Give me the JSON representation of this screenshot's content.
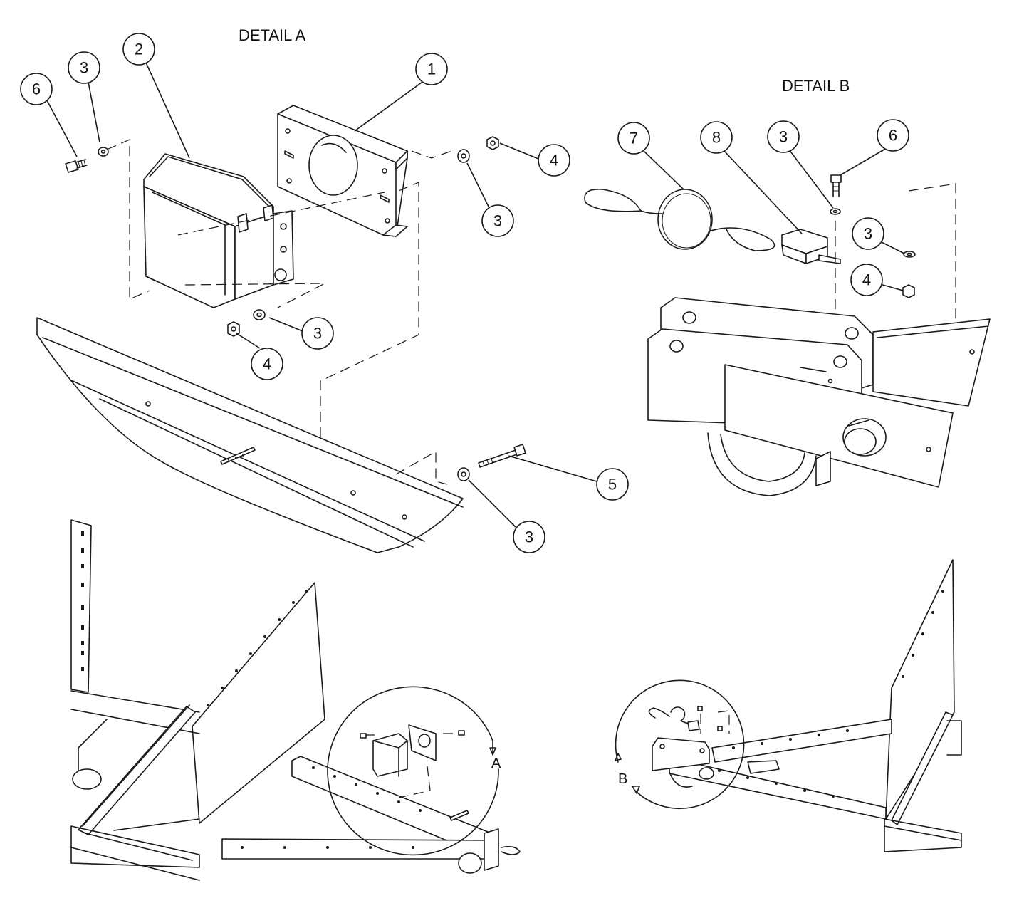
{
  "detail_a": {
    "title": "DETAIL A",
    "balloons": [
      {
        "id": "a-2",
        "label": "2"
      },
      {
        "id": "a-1",
        "label": "1"
      },
      {
        "id": "a-3-top",
        "label": "3"
      },
      {
        "id": "a-6",
        "label": "6"
      },
      {
        "id": "a-4-right",
        "label": "4"
      },
      {
        "id": "a-3-mid",
        "label": "3"
      },
      {
        "id": "a-3-low",
        "label": "3"
      },
      {
        "id": "a-4-low",
        "label": "4"
      },
      {
        "id": "a-5",
        "label": "5"
      },
      {
        "id": "a-3-bottom",
        "label": "3"
      }
    ]
  },
  "detail_b": {
    "title": "DETAIL B",
    "balloons": [
      {
        "id": "b-7",
        "label": "7"
      },
      {
        "id": "b-8",
        "label": "8"
      },
      {
        "id": "b-3-top",
        "label": "3"
      },
      {
        "id": "b-6",
        "label": "6"
      },
      {
        "id": "b-3-mid",
        "label": "3"
      },
      {
        "id": "b-4",
        "label": "4"
      }
    ]
  },
  "overview": {
    "detail_a_marker": "A",
    "detail_b_marker": "B"
  }
}
